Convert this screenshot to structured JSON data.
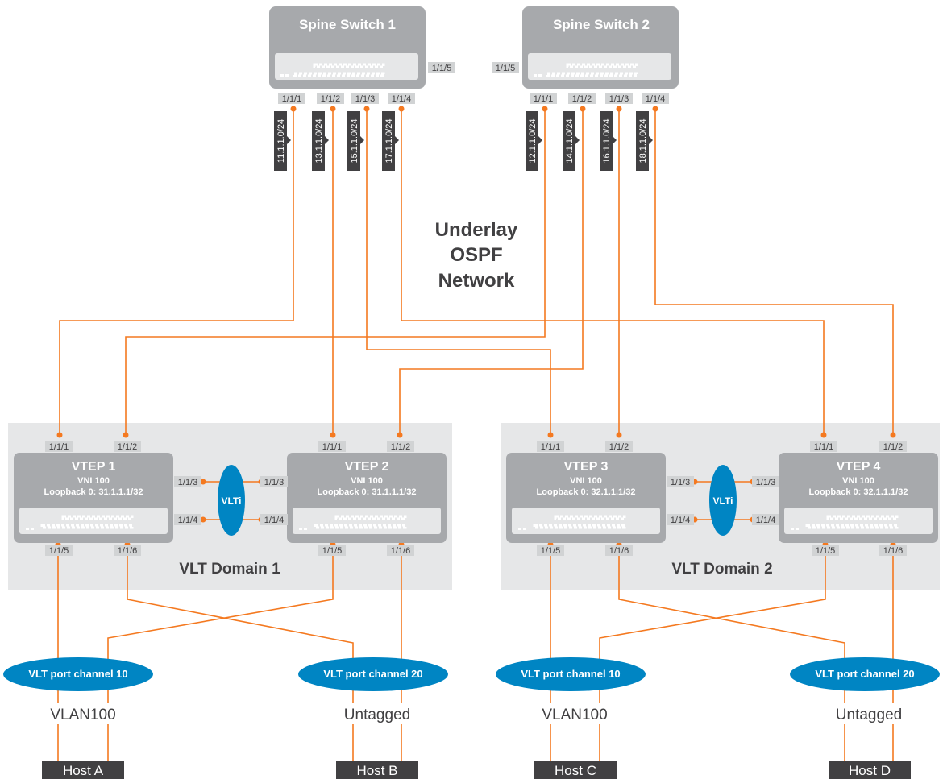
{
  "colors": {
    "link": "#f47920",
    "switch_fill": "#a7a9ac",
    "switch_face": "#e6e7e8",
    "domain_bg": "#e6e7e8",
    "vlti_fill": "#0085c3",
    "host_fill": "#414042",
    "subnet_fill": "#414042",
    "port_label_bg": "#d1d3d4"
  },
  "center_label": [
    "Underlay",
    "OSPF",
    "Network"
  ],
  "spines": [
    {
      "title": "Spine Switch 1",
      "side_port": "1/1/5",
      "ports": [
        "1/1/1",
        "1/1/2",
        "1/1/3",
        "1/1/4"
      ]
    },
    {
      "title": "Spine Switch 2",
      "side_port": "1/1/5",
      "ports": [
        "1/1/1",
        "1/1/2",
        "1/1/3",
        "1/1/4"
      ]
    }
  ],
  "subnets": [
    "11.1.1.0/24",
    "13.1.1.0/24",
    "15.1.1.0/24",
    "17.1.1.0/24",
    "12.1.1.0/24",
    "14.1.1.0/24",
    "16.1.1.0/24",
    "18.1.1.0/24"
  ],
  "domains": [
    {
      "label": "VLT Domain 1"
    },
    {
      "label": "VLT Domain 2"
    }
  ],
  "vteps": [
    {
      "title": "VTEP 1",
      "vni": "VNI 100",
      "loopback": "Loopback 0: 31.1.1.1/32",
      "top_ports": [
        "1/1/1",
        "1/1/2"
      ],
      "bottom_ports": [
        "1/1/5",
        "1/1/6"
      ],
      "side_ports": [
        "1/1/3",
        "1/1/4"
      ]
    },
    {
      "title": "VTEP 2",
      "vni": "VNI 100",
      "loopback": "Loopback 0: 31.1.1.1/32",
      "top_ports": [
        "1/1/1",
        "1/1/2"
      ],
      "bottom_ports": [
        "1/1/5",
        "1/1/6"
      ],
      "side_ports": [
        "1/1/3",
        "1/1/4"
      ]
    },
    {
      "title": "VTEP 3",
      "vni": "VNI 100",
      "loopback": "Loopback 0: 32.1.1.1/32",
      "top_ports": [
        "1/1/1",
        "1/1/2"
      ],
      "bottom_ports": [
        "1/1/5",
        "1/1/6"
      ],
      "side_ports": [
        "1/1/3",
        "1/1/4"
      ]
    },
    {
      "title": "VTEP 4",
      "vni": "VNI 100",
      "loopback": "Loopback 0: 32.1.1.1/32",
      "top_ports": [
        "1/1/1",
        "1/1/2"
      ],
      "bottom_ports": [
        "1/1/5",
        "1/1/6"
      ],
      "side_ports": [
        "1/1/3",
        "1/1/4"
      ]
    }
  ],
  "vlti_label": "VLTi",
  "port_channels": [
    "VLT port channel 10",
    "VLT port channel 20",
    "VLT port channel 10",
    "VLT port channel 20"
  ],
  "vlan_labels": [
    "VLAN100",
    "Untagged",
    "VLAN100",
    "Untagged"
  ],
  "hosts": [
    "Host A",
    "Host B",
    "Host C",
    "Host D"
  ]
}
